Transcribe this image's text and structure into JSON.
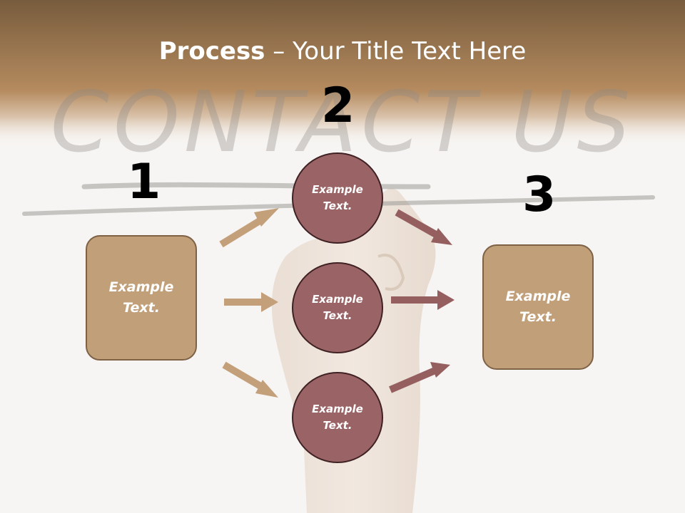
{
  "title": {
    "bold": "Process",
    "rest": " – Your Title Text Here"
  },
  "background": {
    "watermark_text": "CONTACT US"
  },
  "steps": {
    "one": "1",
    "two": "2",
    "three": "3"
  },
  "left_box": {
    "text": "Example Text."
  },
  "right_box": {
    "text": "Example Text."
  },
  "circles": [
    {
      "text": "Example Text."
    },
    {
      "text": "Example Text."
    },
    {
      "text": "Example Text."
    }
  ],
  "colors": {
    "header_top": "#7a5f3e",
    "header_bottom": "#b4895d",
    "box_fill": "#c19f79",
    "box_border": "#7e6246",
    "circle_fill": "#9a6466",
    "circle_border": "#3f2123",
    "arrow_tan": "#c4a07a",
    "arrow_red": "#955f60"
  }
}
